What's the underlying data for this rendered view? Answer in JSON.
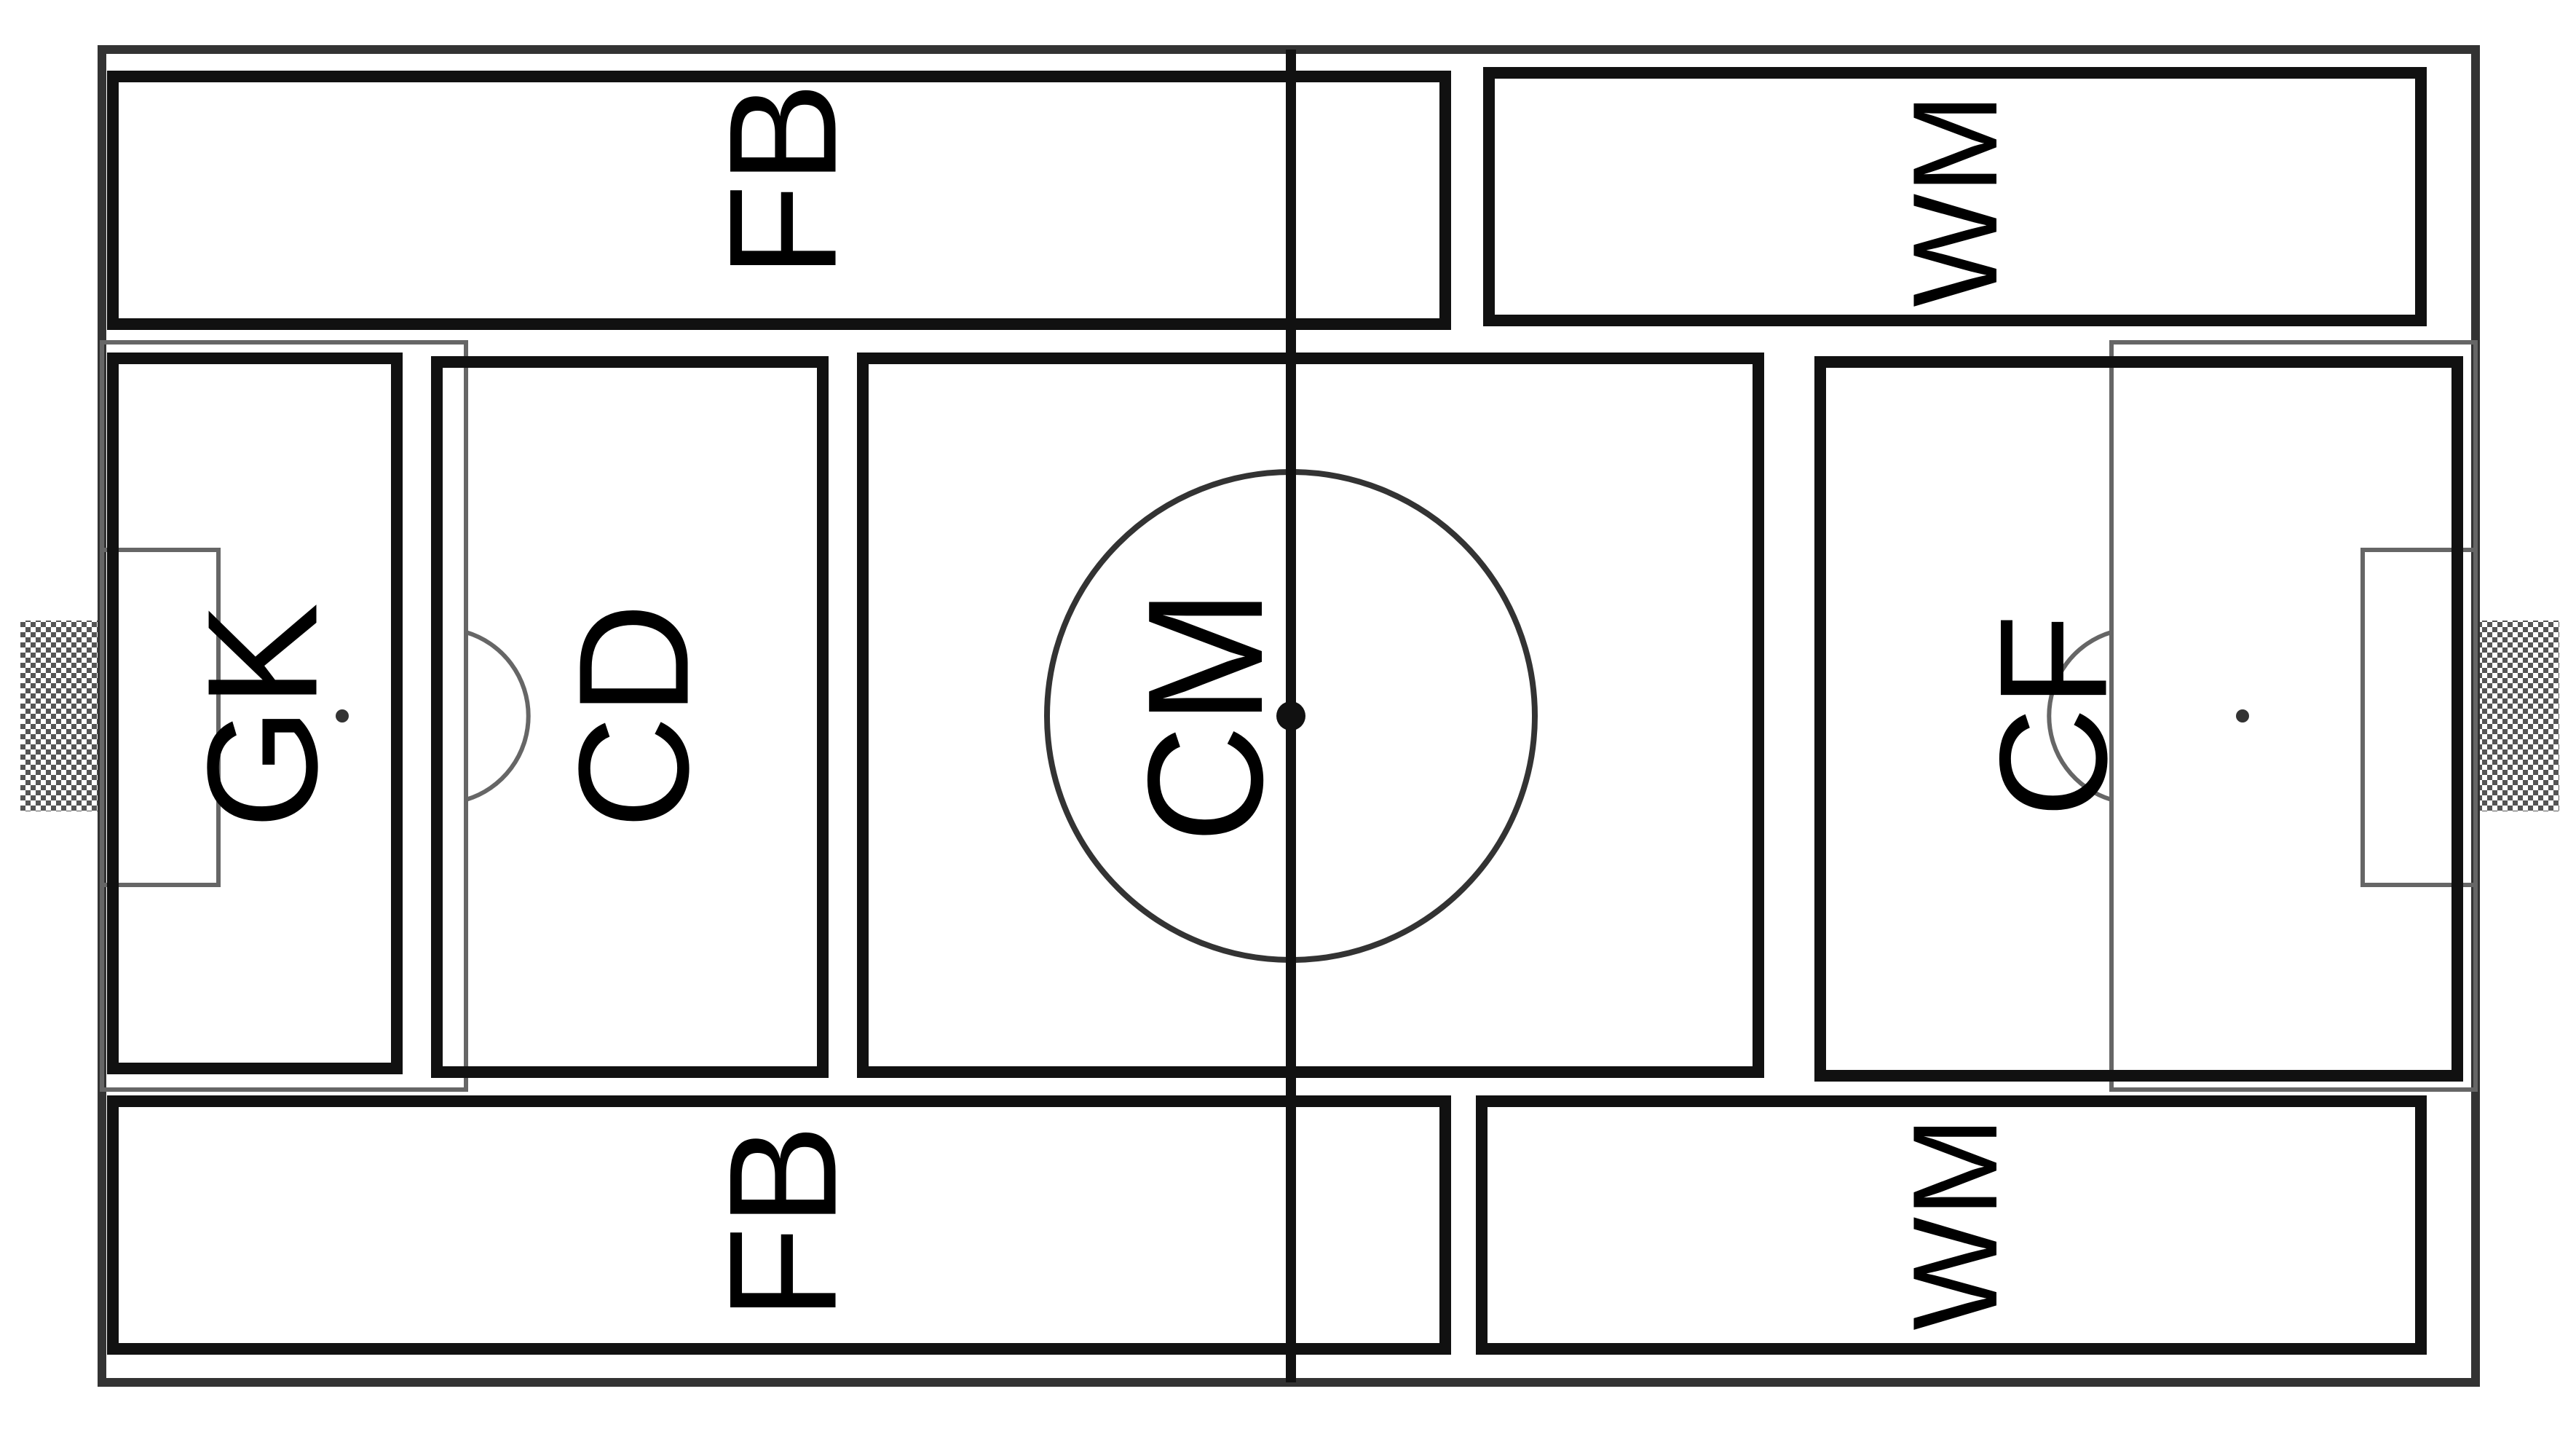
{
  "colors": {
    "background": "#ffffff",
    "lines": "#000000",
    "pitch_markings": "#666666",
    "goal_net": "#555555"
  },
  "zones": [
    {
      "id": "fb-top",
      "label": "FB"
    },
    {
      "id": "wm-top",
      "label": "WM"
    },
    {
      "id": "gk",
      "label": "GK"
    },
    {
      "id": "cd",
      "label": "CD"
    },
    {
      "id": "cm",
      "label": "CM"
    },
    {
      "id": "cf",
      "label": "CF"
    },
    {
      "id": "fb-bottom",
      "label": "FB"
    },
    {
      "id": "wm-bottom",
      "label": "WM"
    }
  ]
}
